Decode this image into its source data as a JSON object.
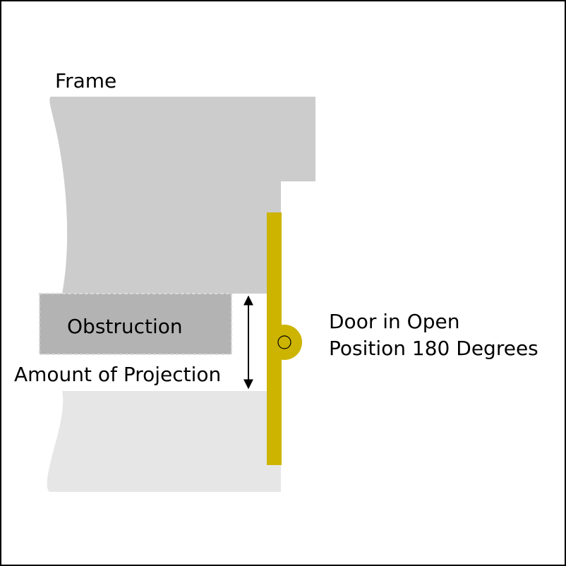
{
  "labels": {
    "frame": "Frame",
    "obstruction": "Obstruction",
    "projection": "Amount of Projection",
    "door_line1": "Door in Open",
    "door_line2": "Position 180 Degrees"
  },
  "colors": {
    "frame_upper": "#cccccc",
    "frame_lower": "#e6e6e6",
    "obstruction_fill": "#b3b3b3",
    "obstruction_border": "#d9d9d9",
    "door": "#ccb400",
    "hinge_pin": "#ccb400",
    "outline": "#000000"
  },
  "icons": {
    "hinge": "hinge-knuckle-icon",
    "projection_arrow": "double-arrow-icon"
  }
}
